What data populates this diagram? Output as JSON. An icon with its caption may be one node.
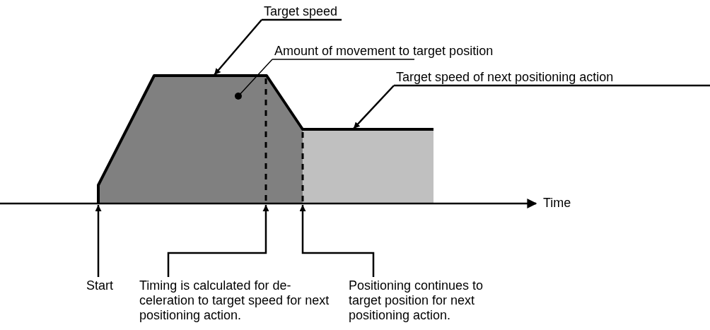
{
  "diagram": {
    "nodes": [
      {
        "text": [
          "Target speed"
        ]
      },
      {
        "text": [
          "Amount of movement to target position"
        ]
      },
      {
        "text": [
          "Target speed of next positioning action"
        ]
      },
      {
        "text": [
          "Start"
        ]
      },
      {
        "text": [
          "Timing is calculated for de- celeration to target speed for next positioning action."
        ]
      },
      {
        "text": [
          "Positioning continues to target position for next positioning action."
        ]
      },
      {
        "text": [],
        "shape": "area"
      },
      {
        "text": [],
        "shape": "box"
      }
    ],
    "edges": [
      {
        "from": 0,
        "to": 6,
        "arrow": "to"
      },
      {
        "from": 1,
        "to": 6,
        "arrow": "other"
      },
      {
        "from": 2,
        "to": 7,
        "arrow": "to"
      },
      {
        "from": 3,
        "to": 6,
        "arrow": "to"
      },
      {
        "from": 4,
        "to": 6,
        "arrow": "to"
      },
      {
        "from": 5,
        "to": 7,
        "arrow": "to"
      }
    ],
    "labels": [
      "Time"
    ]
  }
}
